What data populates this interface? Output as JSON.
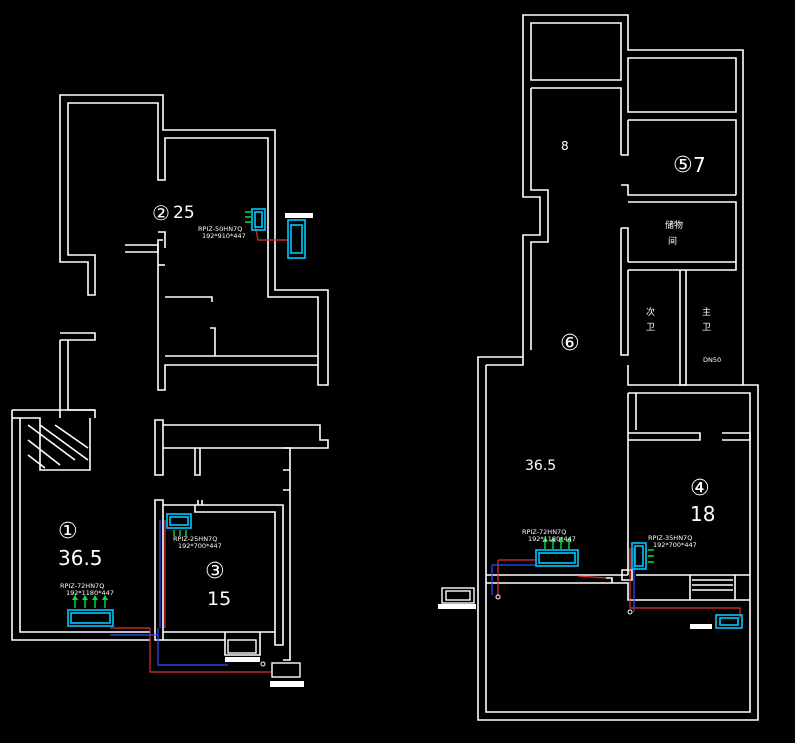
{
  "colors": {
    "background": "#000000",
    "wall": "#ffffff",
    "unit": "#00c8ff",
    "arrow": "#00e040",
    "pipe_red": "#e03030",
    "pipe_blue": "#3050ff",
    "label": "#ffffff"
  },
  "left_plan": {
    "room_1": {
      "marker": "①",
      "area": "36.5"
    },
    "room_2": {
      "marker": "②",
      "area": "25"
    },
    "room_3": {
      "marker": "③",
      "area": "15"
    },
    "unit_a": {
      "model": "RPIZ-72HN7Q",
      "dims": "192*1180*447"
    },
    "unit_b": {
      "model": "RPIZ-50HN7Q",
      "dims": "192*910*447"
    },
    "unit_c": {
      "model": "RPIZ-25HN7Q",
      "dims": "192*700*447"
    }
  },
  "right_plan": {
    "room_4": {
      "marker": "④",
      "area": "18"
    },
    "room_5": {
      "marker": "⑤",
      "area": "7"
    },
    "room_6": {
      "marker": "⑥",
      "area": "36.5"
    },
    "room_8": {
      "area": "8"
    },
    "storage": {
      "line1": "储物",
      "line2": "间"
    },
    "bath_2": {
      "line1": "次",
      "line2": "卫"
    },
    "bath_1": {
      "line1": "主",
      "line2": "卫"
    },
    "pipe_tag": "DN50",
    "unit_d": {
      "model": "RPIZ-72HN7Q",
      "dims": "192*1180*447"
    },
    "unit_e": {
      "model": "RPIZ-35HN7Q",
      "dims": "192*700*447"
    }
  }
}
